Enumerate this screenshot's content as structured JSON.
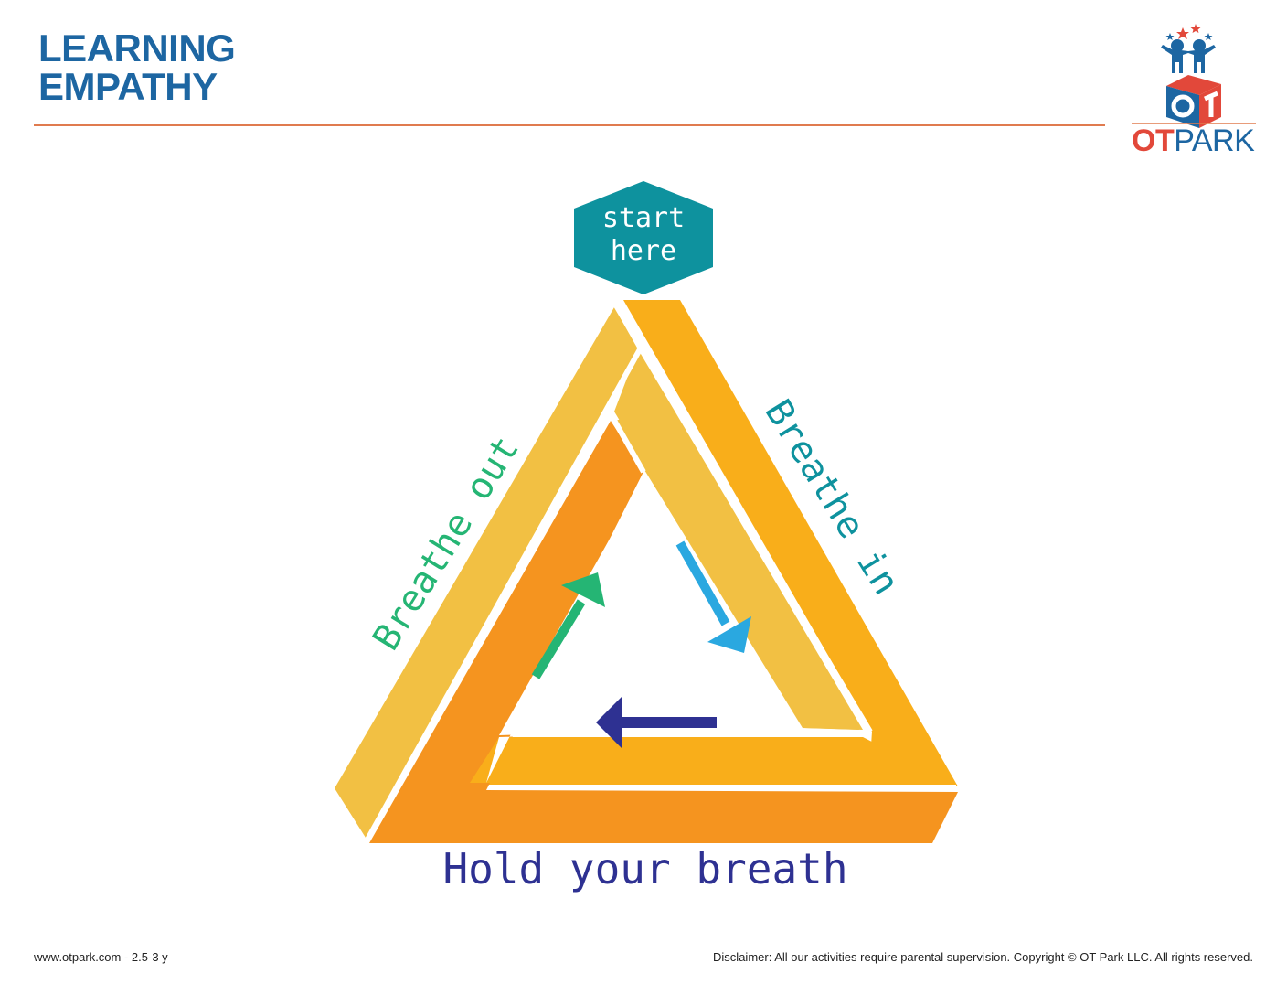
{
  "header": {
    "title_line1": "LEARNING",
    "title_line2": "EMPATHY"
  },
  "logo": {
    "ot": "OT",
    "park": "PARK",
    "icon": "ot-park-logo-icon"
  },
  "diagram": {
    "start_label_line1": "start",
    "start_label_line2": "here",
    "breathe_in": "Breathe in",
    "breathe_out": "Breathe out",
    "hold": "Hold your breath"
  },
  "footer": {
    "left": "www.otpark.com - 2.5-3 y",
    "right": "Disclaimer: All our activities require parental supervision.  Copyright © OT Park LLC. All rights reserved."
  },
  "colors": {
    "title": "#1d66a2",
    "rule": "#e07b4f",
    "hexagon": "#0e929e",
    "band_light": "#f2c043",
    "band_mid": "#f9ae1a",
    "band_dark": "#f5941f",
    "arrow_green": "#25b574",
    "arrow_blue": "#2aa8e0",
    "arrow_navy": "#2e3192"
  }
}
